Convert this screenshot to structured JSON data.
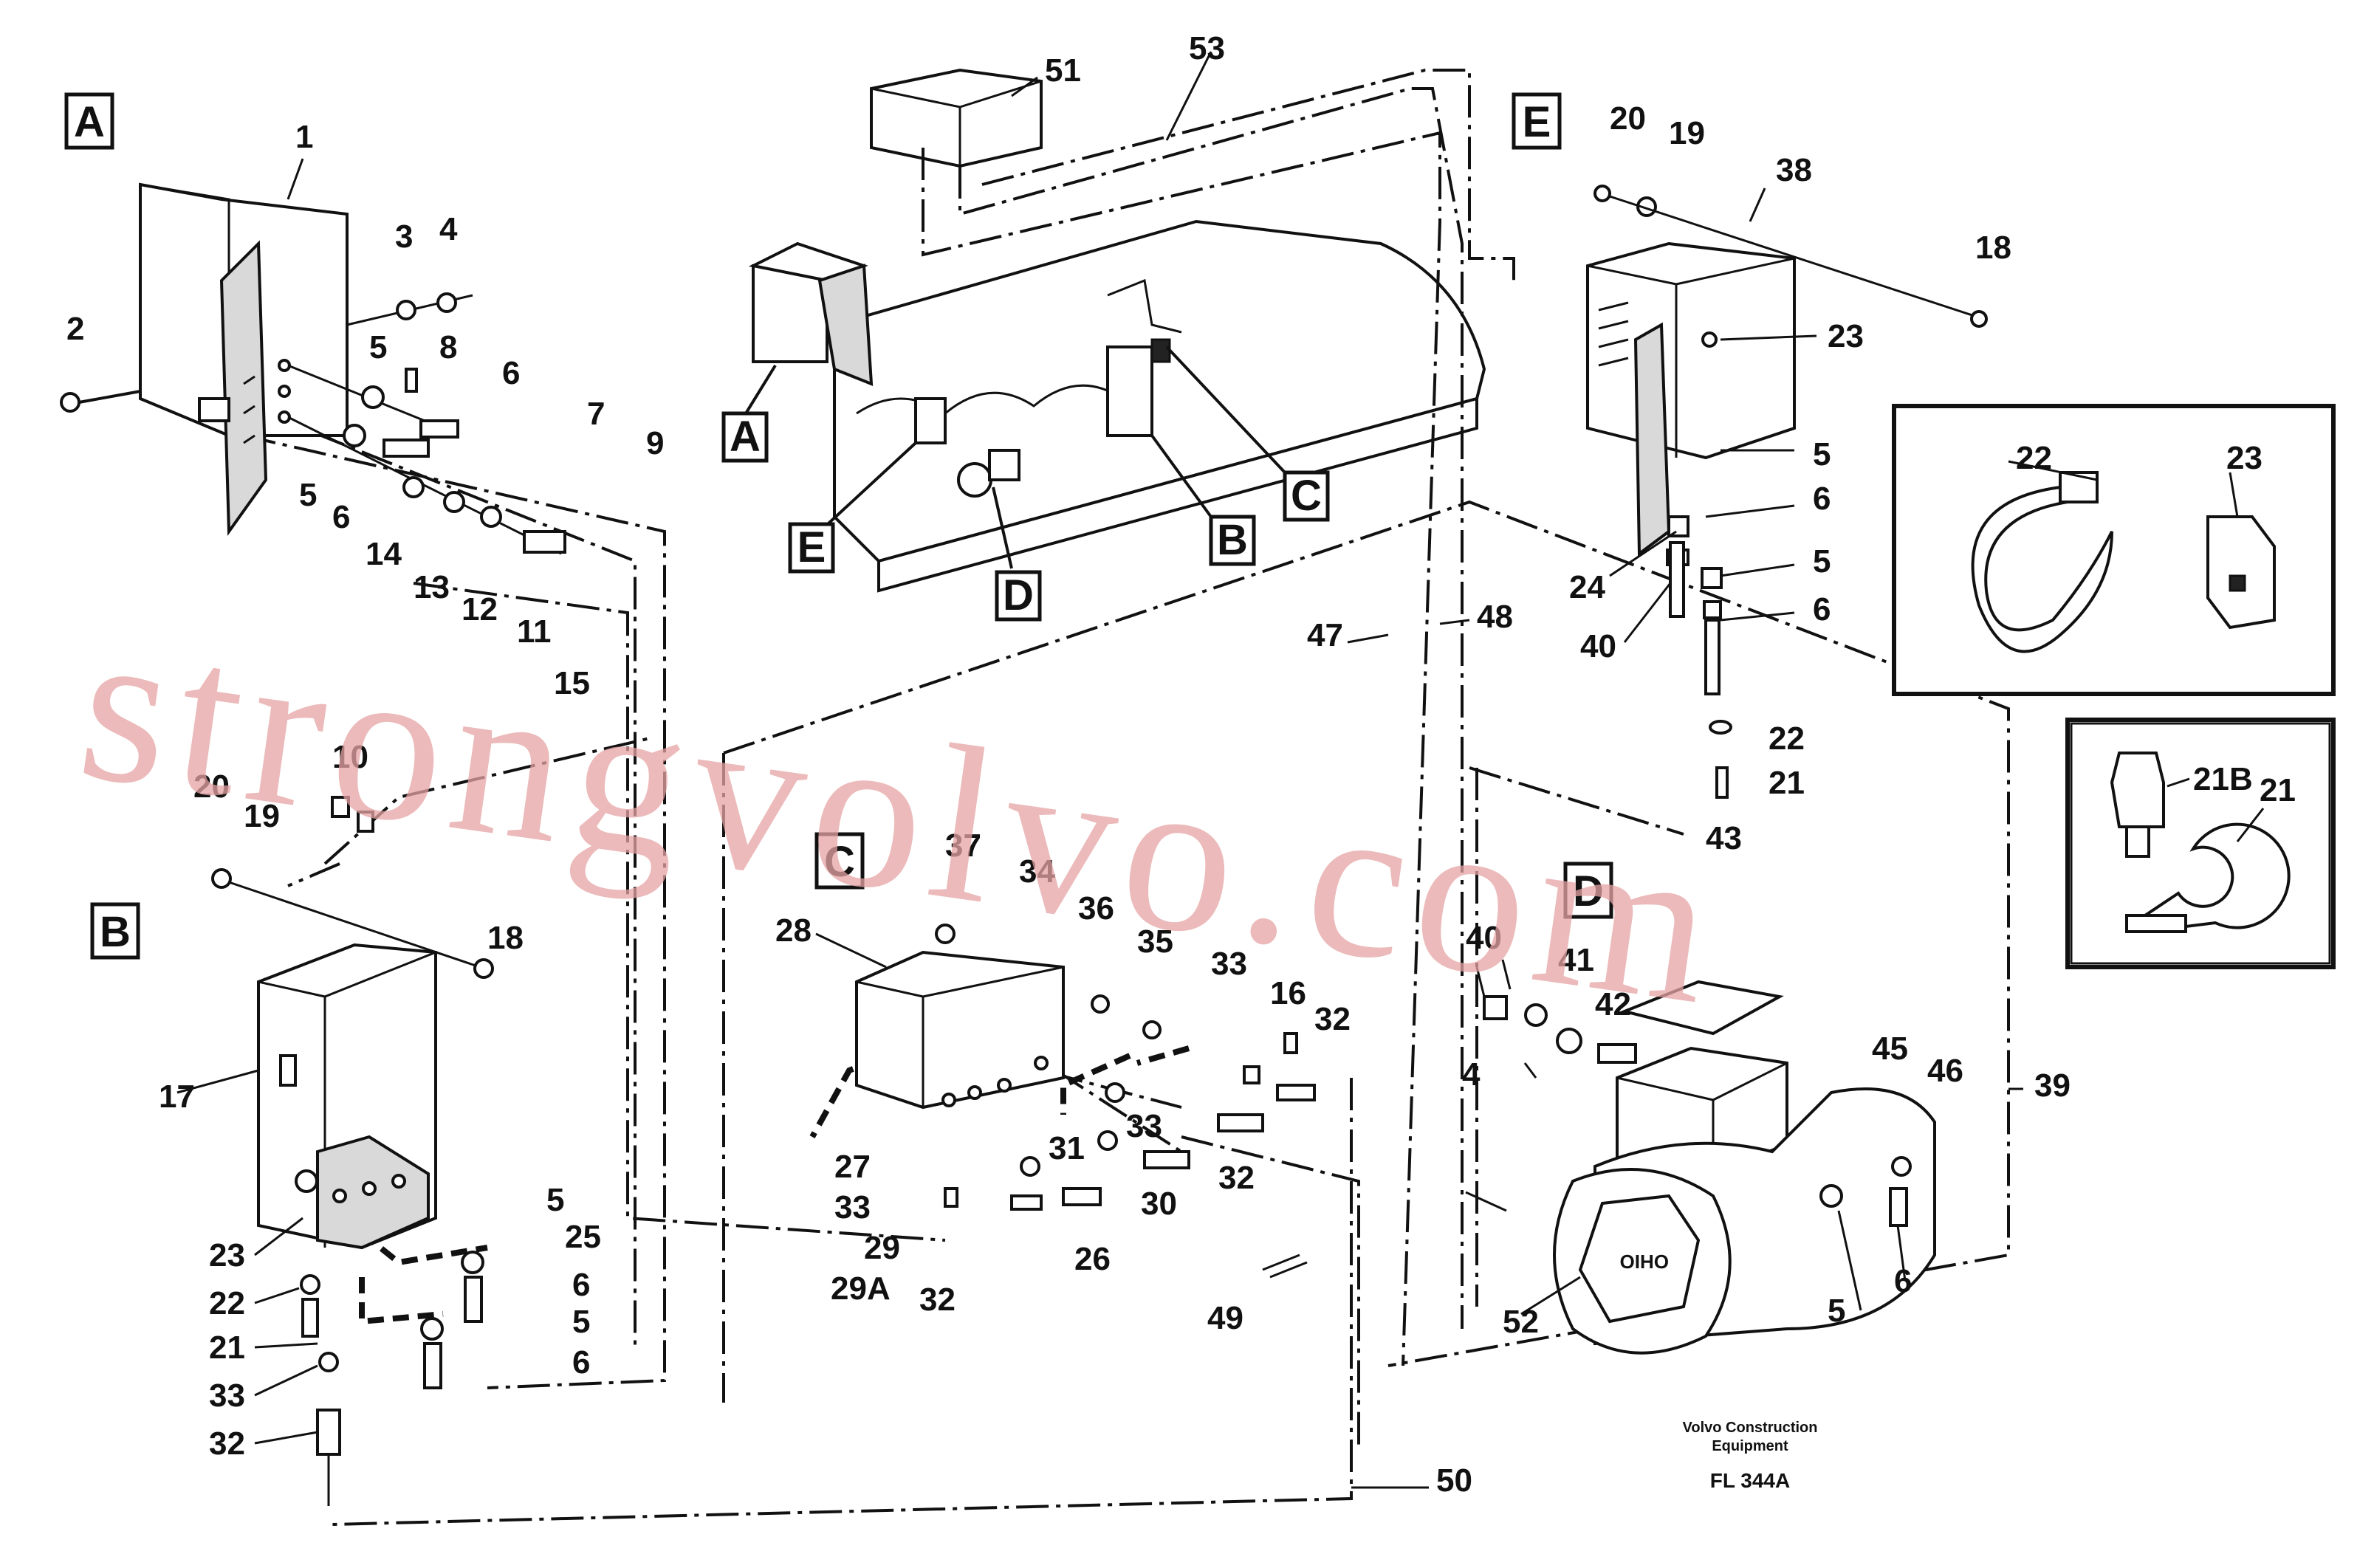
{
  "watermark": "strongvolvo.com",
  "view_labels": [
    "A",
    "B",
    "C",
    "D",
    "E"
  ],
  "part_labels": [
    {
      "id": "l1",
      "text": "1"
    },
    {
      "id": "l2",
      "text": "2"
    },
    {
      "id": "l3",
      "text": "3"
    },
    {
      "id": "l4",
      "text": "4"
    },
    {
      "id": "l5a",
      "text": "5"
    },
    {
      "id": "l5b",
      "text": "5"
    },
    {
      "id": "l6a",
      "text": "6"
    },
    {
      "id": "l6b",
      "text": "6"
    },
    {
      "id": "l7",
      "text": "7"
    },
    {
      "id": "l8",
      "text": "8"
    },
    {
      "id": "l9",
      "text": "9"
    },
    {
      "id": "l10",
      "text": "10"
    },
    {
      "id": "l11",
      "text": "11"
    },
    {
      "id": "l12",
      "text": "12"
    },
    {
      "id": "l13",
      "text": "13"
    },
    {
      "id": "l14",
      "text": "14"
    },
    {
      "id": "l15",
      "text": "15"
    },
    {
      "id": "l17",
      "text": "17"
    },
    {
      "id": "l18a",
      "text": "18"
    },
    {
      "id": "l19a",
      "text": "19"
    },
    {
      "id": "l20a",
      "text": "20"
    },
    {
      "id": "l23a",
      "text": "23"
    },
    {
      "id": "l22a",
      "text": "22"
    },
    {
      "id": "l21a",
      "text": "21"
    },
    {
      "id": "l33a",
      "text": "33"
    },
    {
      "id": "l32a",
      "text": "32"
    },
    {
      "id": "l5c",
      "text": "5"
    },
    {
      "id": "l25",
      "text": "25"
    },
    {
      "id": "l6c",
      "text": "6"
    },
    {
      "id": "l5d",
      "text": "5"
    },
    {
      "id": "l6d",
      "text": "6"
    },
    {
      "id": "l28",
      "text": "28"
    },
    {
      "id": "l37",
      "text": "37"
    },
    {
      "id": "l34",
      "text": "34"
    },
    {
      "id": "l36",
      "text": "36"
    },
    {
      "id": "l35",
      "text": "35"
    },
    {
      "id": "l33b",
      "text": "33"
    },
    {
      "id": "l16",
      "text": "16"
    },
    {
      "id": "l32b",
      "text": "32"
    },
    {
      "id": "l33c",
      "text": "33"
    },
    {
      "id": "l31",
      "text": "31"
    },
    {
      "id": "l32c",
      "text": "32"
    },
    {
      "id": "l27",
      "text": "27"
    },
    {
      "id": "l33d",
      "text": "33"
    },
    {
      "id": "l30",
      "text": "30"
    },
    {
      "id": "l29",
      "text": "29"
    },
    {
      "id": "l29a",
      "text": "29A"
    },
    {
      "id": "l32d",
      "text": "32"
    },
    {
      "id": "l26",
      "text": "26"
    },
    {
      "id": "l49",
      "text": "49"
    },
    {
      "id": "l50",
      "text": "50"
    },
    {
      "id": "l51",
      "text": "51"
    },
    {
      "id": "l53",
      "text": "53"
    },
    {
      "id": "l47",
      "text": "47"
    },
    {
      "id": "l48",
      "text": "48"
    },
    {
      "id": "l20b",
      "text": "20"
    },
    {
      "id": "l19b",
      "text": "19"
    },
    {
      "id": "l38",
      "text": "38"
    },
    {
      "id": "l18b",
      "text": "18"
    },
    {
      "id": "l23b",
      "text": "23"
    },
    {
      "id": "l5e",
      "text": "5"
    },
    {
      "id": "l6e",
      "text": "6"
    },
    {
      "id": "l24",
      "text": "24"
    },
    {
      "id": "l5f",
      "text": "5"
    },
    {
      "id": "l40a",
      "text": "40"
    },
    {
      "id": "l6f",
      "text": "6"
    },
    {
      "id": "l22b",
      "text": "22"
    },
    {
      "id": "l21b",
      "text": "21"
    },
    {
      "id": "l43",
      "text": "43"
    },
    {
      "id": "l22c",
      "text": "22"
    },
    {
      "id": "l23c",
      "text": "23"
    },
    {
      "id": "l21bb",
      "text": "21B"
    },
    {
      "id": "l21c",
      "text": "21"
    },
    {
      "id": "l40b",
      "text": "40"
    },
    {
      "id": "l41",
      "text": "41"
    },
    {
      "id": "l42",
      "text": "42"
    },
    {
      "id": "l44",
      "text": "4"
    },
    {
      "id": "l45",
      "text": "45"
    },
    {
      "id": "l46",
      "text": "46"
    },
    {
      "id": "l39",
      "text": "39"
    },
    {
      "id": "l52",
      "text": "52"
    },
    {
      "id": "l5g",
      "text": "5"
    },
    {
      "id": "l6g",
      "text": "6"
    }
  ],
  "motor_badge": "OHIO",
  "footer": {
    "line1": "Volvo Construction",
    "line2": "Equipment",
    "code": "FL 344A"
  }
}
